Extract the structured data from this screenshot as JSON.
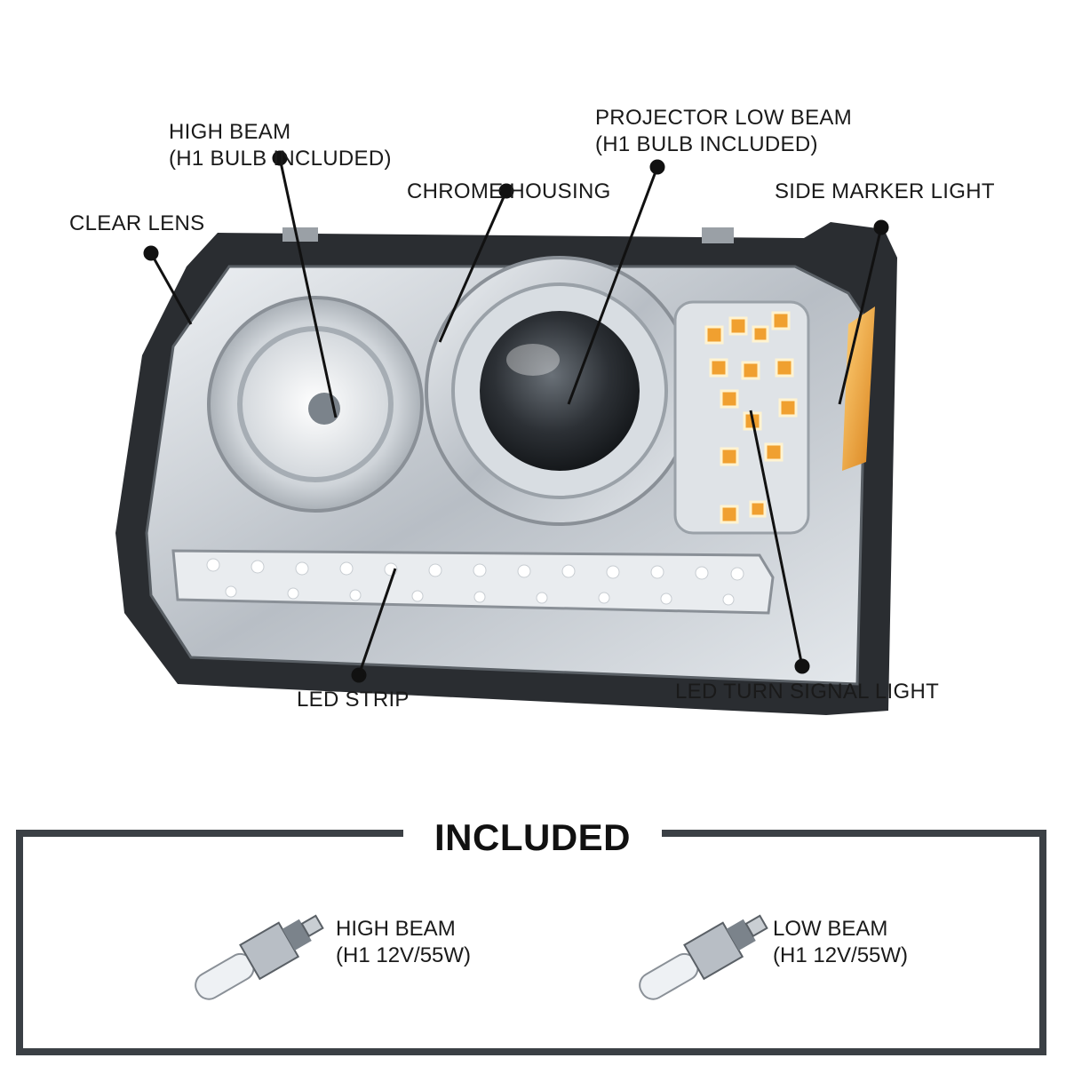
{
  "callouts": {
    "clear_lens": "CLEAR LENS",
    "high_beam_line1": "HIGH BEAM",
    "high_beam_line2": "(H1 BULB INCLUDED)",
    "chrome_housing": "CHROME HOUSING",
    "projector_low_beam_line1": "PROJECTOR LOW BEAM",
    "projector_low_beam_line2": "(H1 BULB INCLUDED)",
    "side_marker_light": "SIDE MARKER LIGHT",
    "led_strip": "LED STRIP",
    "led_turn_signal_light": "LED TURN SIGNAL LIGHT"
  },
  "included": {
    "title": "INCLUDED",
    "items": [
      {
        "line1": "HIGH BEAM",
        "line2": "(H1 12V/55W)"
      },
      {
        "line1": "LOW BEAM",
        "line2": "(H1 12V/55W)"
      }
    ]
  },
  "colors": {
    "frame": "#3b4045",
    "housing_dark": "#2a2d31",
    "chrome": "#c9ced3",
    "amber": "#f0a030",
    "led_white": "#ffffff"
  }
}
